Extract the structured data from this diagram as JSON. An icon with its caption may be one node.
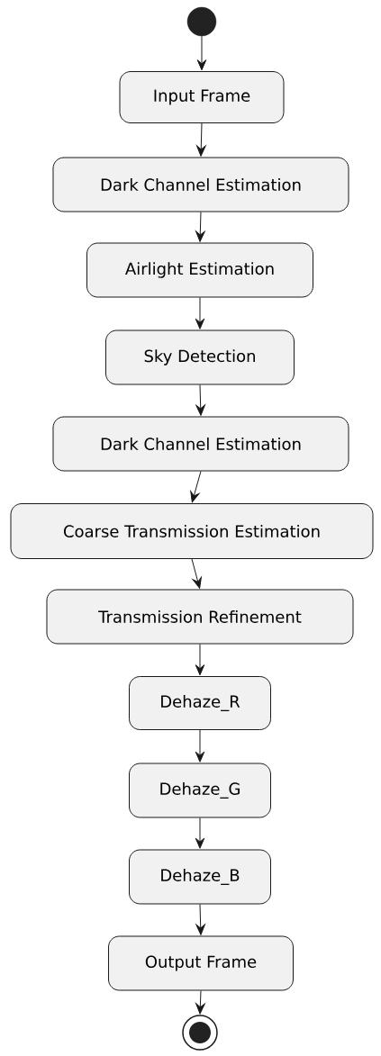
{
  "diagram": {
    "nodes": [
      {
        "text": [],
        "shape": "circle"
      },
      {
        "text": [
          "Input Frame"
        ]
      },
      {
        "text": [
          "Dark Channel Estimation"
        ]
      },
      {
        "text": [
          "Airlight Estimation"
        ]
      },
      {
        "text": [
          "Sky Detection"
        ]
      },
      {
        "text": [
          "Dark Channel Estimation"
        ]
      },
      {
        "text": [
          "Coarse Transmission Estimation"
        ]
      },
      {
        "text": [
          "Transmission Refinement"
        ]
      },
      {
        "text": [
          "Dehaze_R"
        ]
      },
      {
        "text": [
          "Dehaze_G"
        ]
      },
      {
        "text": [
          "Dehaze_B"
        ]
      },
      {
        "text": [
          "Output Frame"
        ]
      },
      {
        "text": [],
        "shape": "circle"
      }
    ],
    "edges": [
      {
        "from": 0,
        "to": 1,
        "arrow": "to"
      },
      {
        "from": 1,
        "to": 2,
        "arrow": "to"
      },
      {
        "from": 2,
        "to": 3,
        "arrow": "to"
      },
      {
        "from": 3,
        "to": 4,
        "arrow": "to"
      },
      {
        "from": 4,
        "to": 5,
        "arrow": "to"
      },
      {
        "from": 5,
        "to": 6,
        "arrow": "to"
      },
      {
        "from": 6,
        "to": 7,
        "arrow": "to"
      },
      {
        "from": 7,
        "to": 8,
        "arrow": "to"
      },
      {
        "from": 8,
        "to": 9,
        "arrow": "to"
      },
      {
        "from": 9,
        "to": 10,
        "arrow": "to"
      },
      {
        "from": 10,
        "to": 11,
        "arrow": "to"
      },
      {
        "from": 11,
        "to": 12,
        "arrow": "to"
      }
    ]
  }
}
